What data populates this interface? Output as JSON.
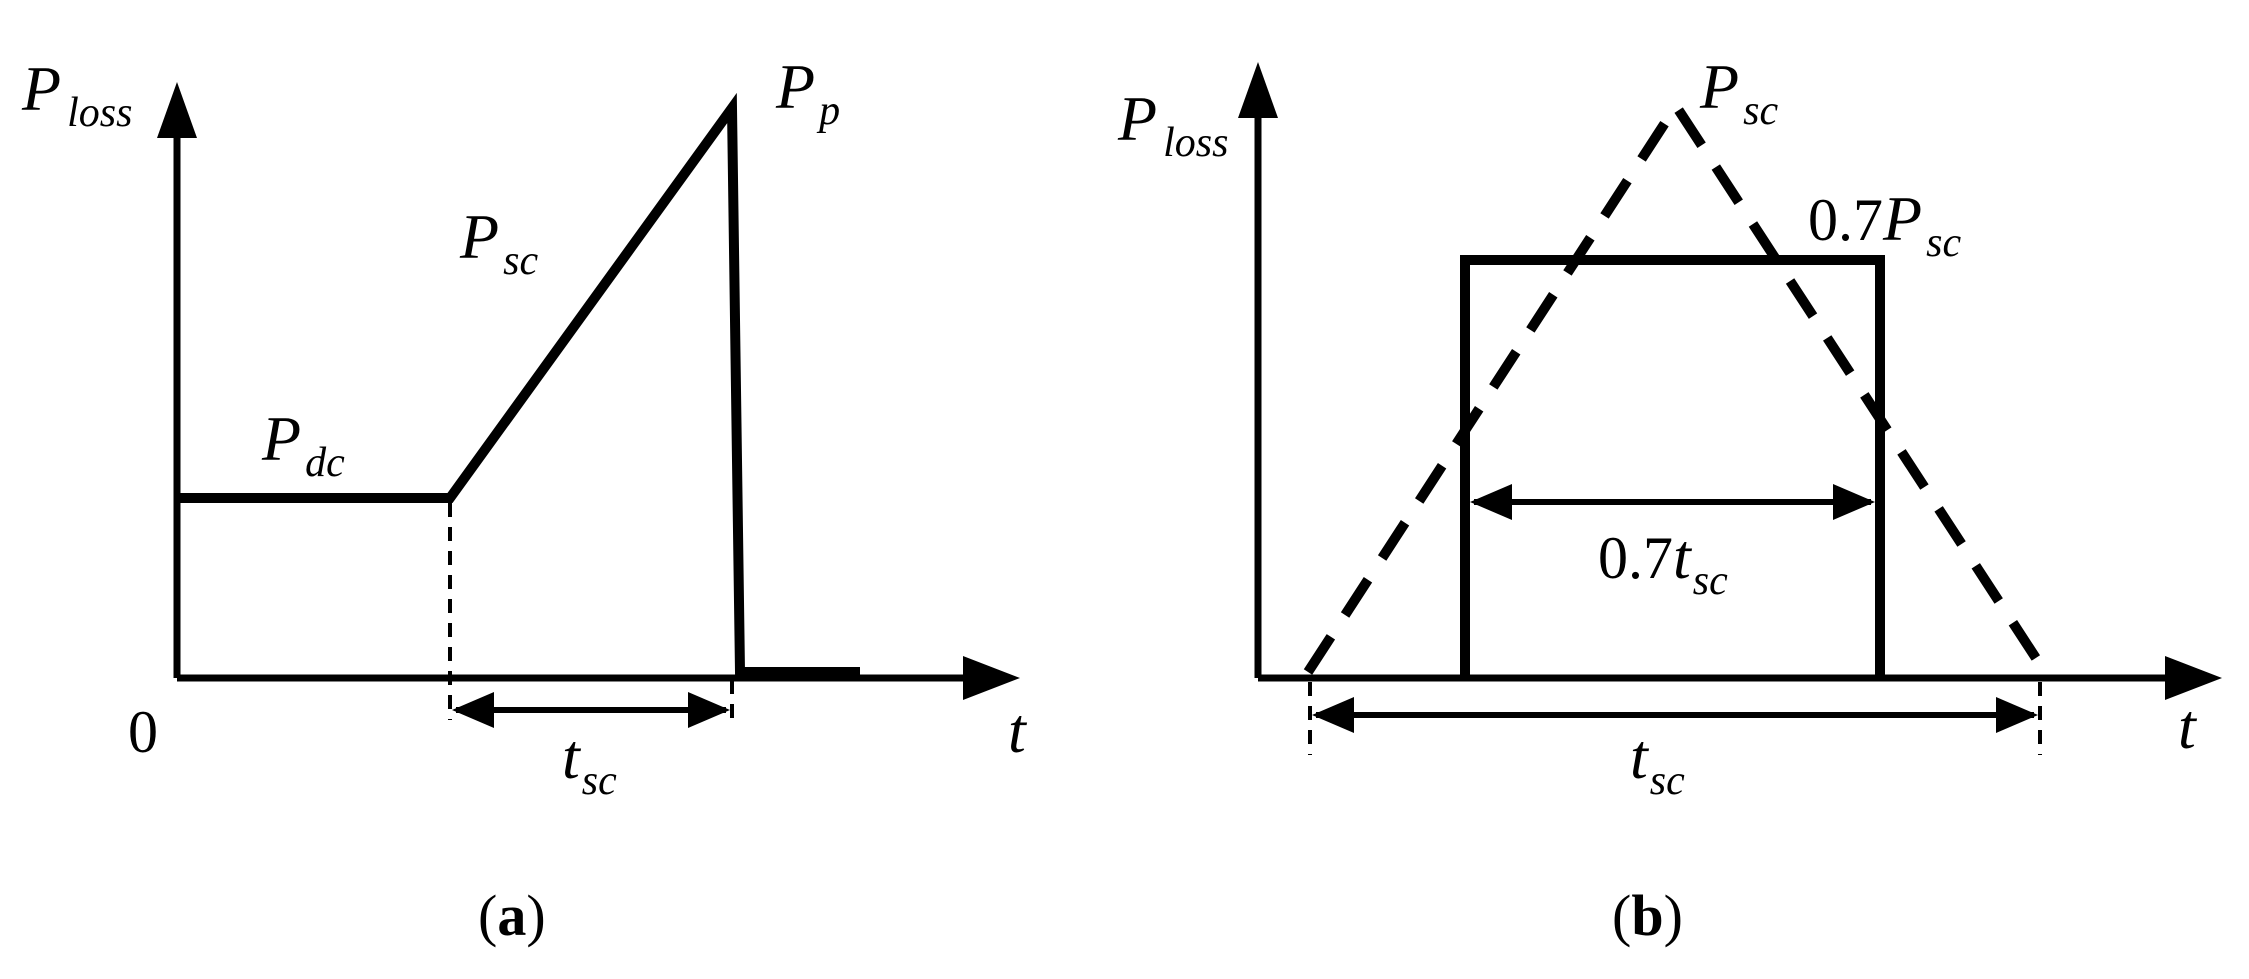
{
  "panel_a": {
    "y_axis": {
      "base": "P",
      "sub": "loss"
    },
    "x_axis": "t",
    "origin": "0",
    "label_dc": {
      "base": "P",
      "sub": "dc"
    },
    "label_sc": {
      "base": "P",
      "sub": "sc"
    },
    "label_peak": {
      "base": "P",
      "sub": "p"
    },
    "label_duration": {
      "base": "t",
      "sub": "sc"
    },
    "caption": {
      "open": "(",
      "letter": "a",
      "close": ")"
    }
  },
  "panel_b": {
    "y_axis": {
      "base": "P",
      "sub": "loss"
    },
    "x_axis": "t",
    "label_peak": {
      "base": "P",
      "sub": "sc"
    },
    "label_rect": {
      "coef": "0.7",
      "base": "P",
      "sub": "sc"
    },
    "label_inner_duration": {
      "coef": "0.7",
      "base": "t",
      "sub": "sc"
    },
    "label_duration": {
      "base": "t",
      "sub": "sc"
    },
    "caption": {
      "open": "(",
      "letter": "b",
      "close": ")"
    }
  },
  "colors": {
    "ink": "#000000",
    "background": "#ffffff"
  }
}
